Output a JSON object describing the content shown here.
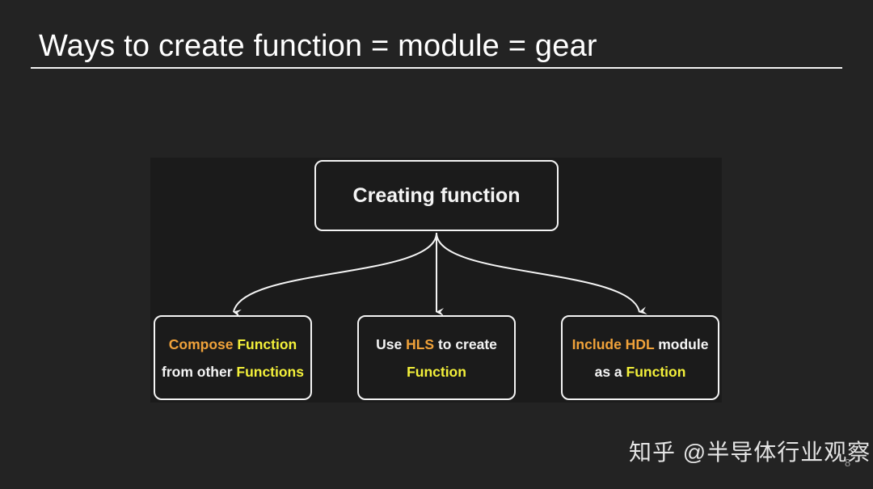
{
  "slide": {
    "title": "Ways to create function = module = gear",
    "page_number": "8",
    "watermark": "知乎 @半导体行业观察"
  },
  "diagram": {
    "root": {
      "label": "Creating function"
    },
    "children": [
      {
        "line1": [
          {
            "text": "Compose ",
            "color": "orange"
          },
          {
            "text": "Function",
            "color": "yellow"
          }
        ],
        "line2": [
          {
            "text": "from other ",
            "color": "white"
          },
          {
            "text": "Functions",
            "color": "yellow"
          }
        ]
      },
      {
        "line1": [
          {
            "text": "Use ",
            "color": "white"
          },
          {
            "text": "HLS",
            "color": "orange"
          },
          {
            "text": " to create",
            "color": "white"
          }
        ],
        "line2": [
          {
            "text": "Function",
            "color": "yellow"
          }
        ]
      },
      {
        "line1": [
          {
            "text": "Include HDL",
            "color": "orange"
          },
          {
            "text": " module",
            "color": "white"
          }
        ],
        "line2": [
          {
            "text": "as a ",
            "color": "white"
          },
          {
            "text": "Function",
            "color": "yellow"
          }
        ]
      }
    ],
    "colors": {
      "white": "#f4f4f4",
      "orange": "#f0a23a",
      "yellow": "#f3f03a",
      "background": "#232323",
      "panel": "#1b1b1b"
    }
  }
}
